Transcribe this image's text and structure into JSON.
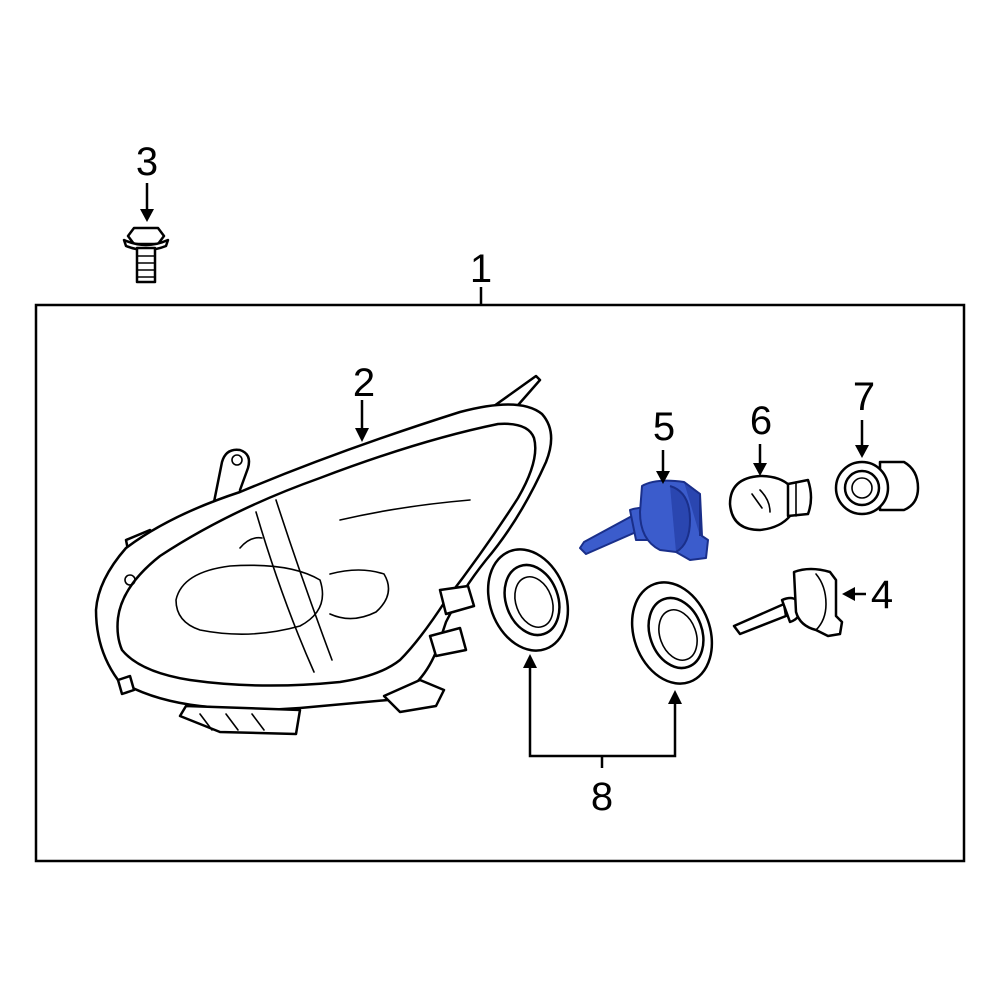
{
  "callouts": {
    "c1": "1",
    "c2": "2",
    "c3": "3",
    "c4": "4",
    "c5": "5",
    "c6": "6",
    "c7": "7",
    "c8": "8"
  },
  "colors": {
    "highlight": "#3b5ccc",
    "line": "#000000",
    "background": "#ffffff"
  }
}
